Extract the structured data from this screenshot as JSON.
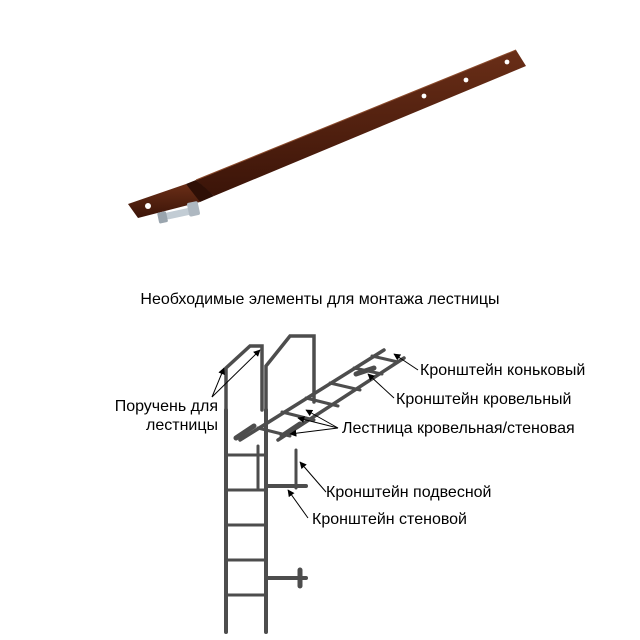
{
  "heading": "Необходимые элементы для монтажа лестницы",
  "colors": {
    "bracket_strip": "#4a1c0c",
    "ladder_frame": "#4d4d4d",
    "bolt": "#b9c3cc"
  },
  "callouts": {
    "ridge_bracket": "Кронштейн коньковый",
    "roof_bracket": "Кронштейн кровельный",
    "handrail_line1": "Поручень для",
    "handrail_line2": "лестницы",
    "roof_wall_ladder": "Лестница кровельная/стеновая",
    "suspension_bracket": "Кронштейн подвесной",
    "wall_bracket": "Кронштейн стеновой"
  }
}
